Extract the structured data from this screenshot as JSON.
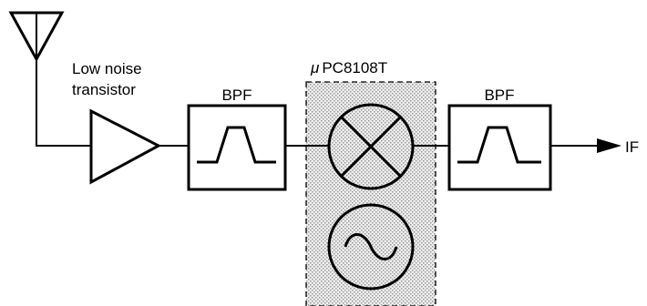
{
  "labels": {
    "lna_line1": "Low noise",
    "lna_line2": "transistor",
    "bpf_input": "BPF",
    "ic_name_prefix": "μ",
    "ic_name": "PC8108T",
    "bpf_output": "BPF",
    "output": "IF"
  },
  "blocks": [
    {
      "id": "antenna",
      "icon": "antenna-icon"
    },
    {
      "id": "low-noise-amplifier",
      "icon": "amplifier-triangle-icon"
    },
    {
      "id": "bpf-input",
      "icon": "bandpass-filter-icon"
    },
    {
      "id": "ic-package",
      "icon": "dashed-shaded-box"
    },
    {
      "id": "mixer",
      "icon": "mixer-cross-circle-icon"
    },
    {
      "id": "oscillator",
      "icon": "oscillator-sine-circle-icon"
    },
    {
      "id": "bpf-output",
      "icon": "bandpass-filter-icon"
    },
    {
      "id": "output-arrow",
      "icon": "arrow-right-icon"
    }
  ],
  "colors": {
    "stroke": "#000000",
    "ic_fill": "#d9d9d9"
  }
}
